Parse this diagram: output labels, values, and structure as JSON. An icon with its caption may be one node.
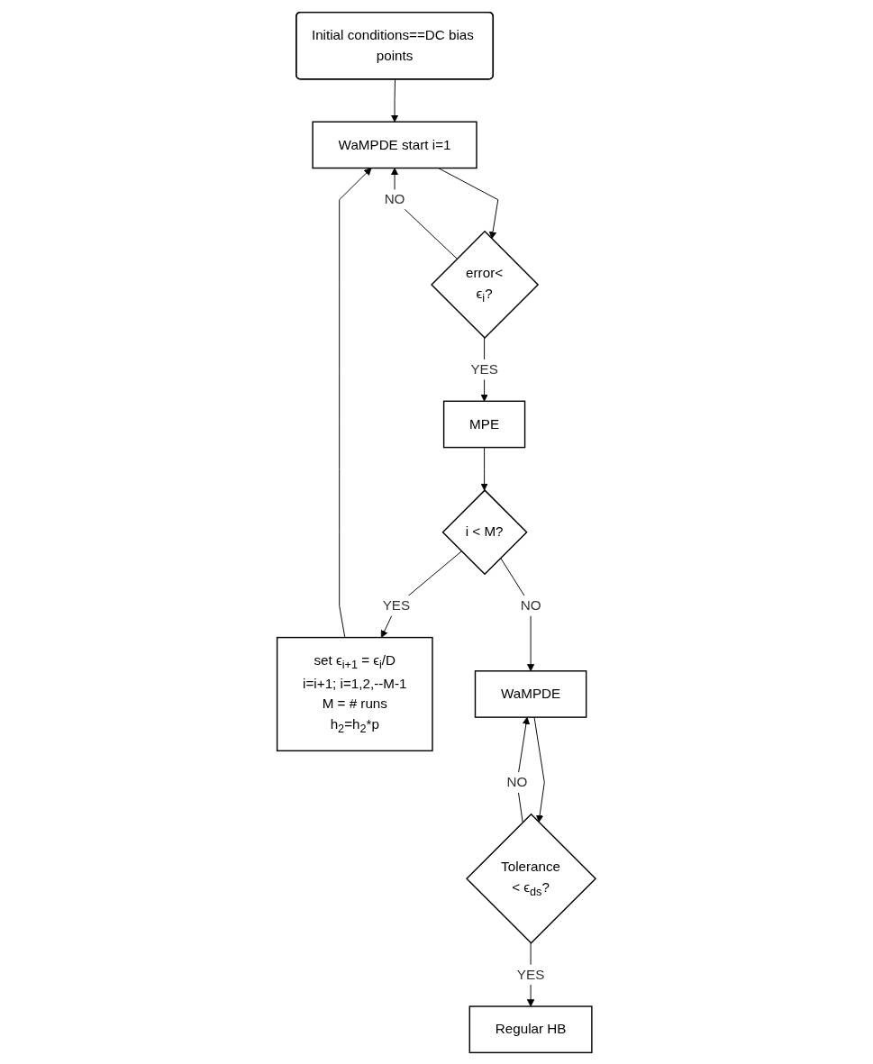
{
  "diagram": {
    "nodes": [
      {
        "text": [
          "Initial conditions==DC bias points"
        ]
      },
      {
        "text": [
          "WaMPDE start i=1"
        ]
      },
      {
        "text": [
          "set ϵ$_{i+1}$ = ϵ$_{i}$/D",
          "i=i+1; i=1,2,--M-1",
          "M = # runs",
          "h$_{2}$=h$_{2}$*p"
        ]
      },
      {
        "text": [
          "error<",
          "ϵ$_{i}$?"
        ]
      },
      {
        "text": [
          "MPE"
        ]
      },
      {
        "text": [
          "i < M?"
        ]
      },
      {
        "text": [
          "WaMPDE"
        ]
      },
      {
        "text": [
          "Tolerance",
          "< ϵ$_{ds}$?"
        ]
      },
      {
        "text": [
          "Regular HB"
        ]
      }
    ],
    "edges": [
      {
        "from": 0,
        "to": 1,
        "arrow": "to"
      },
      {
        "from": 1,
        "to": 3,
        "arrow": "to"
      },
      {
        "from": 3,
        "to": 1,
        "arrow": "to",
        "label": "NO"
      },
      {
        "from": 3,
        "to": 4,
        "arrow": "to",
        "label": "YES"
      },
      {
        "from": 4,
        "to": 5,
        "arrow": "to"
      },
      {
        "from": 5,
        "to": 2,
        "arrow": "to",
        "label": "YES"
      },
      {
        "from": 2,
        "to": 1,
        "arrow": "to"
      },
      {
        "from": 5,
        "to": 6,
        "arrow": "to",
        "label": "NO"
      },
      {
        "from": 6,
        "to": 7,
        "arrow": "to"
      },
      {
        "from": 7,
        "to": 6,
        "arrow": "to",
        "label": "NO"
      },
      {
        "from": 7,
        "to": 8,
        "arrow": "to",
        "label": "YES"
      }
    ]
  }
}
